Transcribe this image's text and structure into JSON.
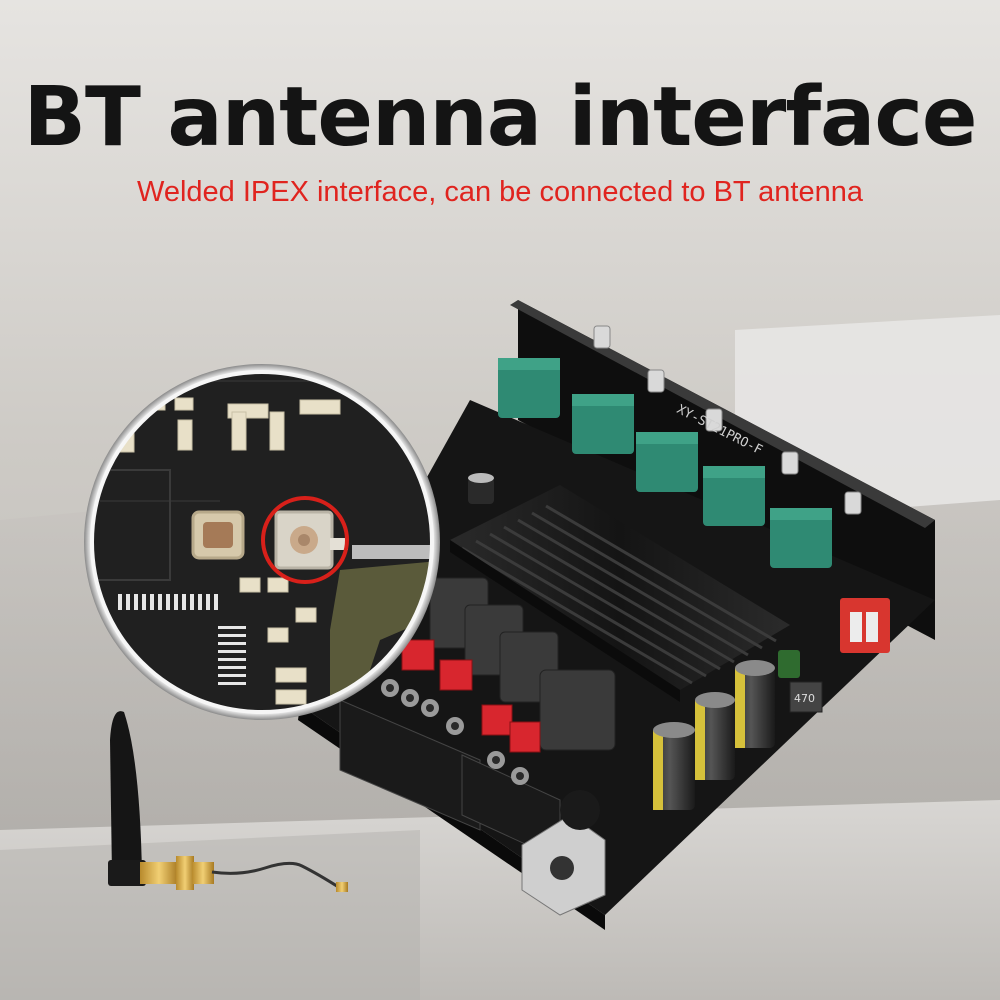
{
  "header": {
    "title": "BT antenna interface",
    "subtitle": "Welded IPEX interface, can be connected to BT antenna"
  },
  "board": {
    "model_marking": "XY-ST21PRO-F",
    "inductor_marking": "470"
  },
  "colors": {
    "title": "#141414",
    "subtitle": "#e0241f",
    "highlight_circle": "#d8201a",
    "pcb": "#151515",
    "potentiometer": "#2f8a73",
    "terminal_block": "#d8262e",
    "heatsink": "#1c1c1c"
  },
  "icons": {
    "antenna": "bt-antenna-icon",
    "ipex_connector": "ipex-connector-icon",
    "magnifier": "magnifier-lens"
  }
}
